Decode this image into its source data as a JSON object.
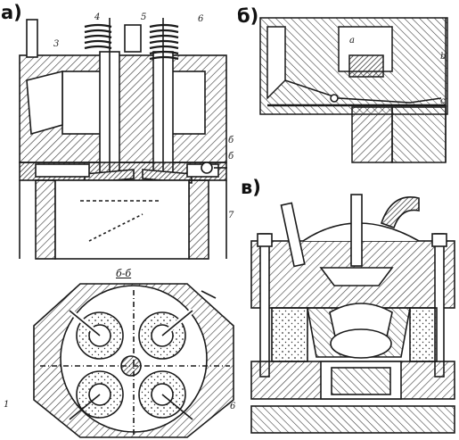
{
  "panels": {
    "a": {
      "label": "а)"
    },
    "b": {
      "label": "б)"
    },
    "v": {
      "label": "в)"
    }
  },
  "section_label": "б-б",
  "callouts": {
    "n3": "3",
    "n4": "4",
    "n5": "5",
    "n6": "6",
    "n7": "7",
    "b_mark": "б",
    "b_mark2": "б",
    "pa": "a",
    "pb": "b",
    "pc": "c",
    "n1": "1",
    "n6b": "6"
  },
  "colors": {
    "ink": "#1a1a1a",
    "paper": "#ffffff",
    "hatch": "#3a3a3a"
  }
}
